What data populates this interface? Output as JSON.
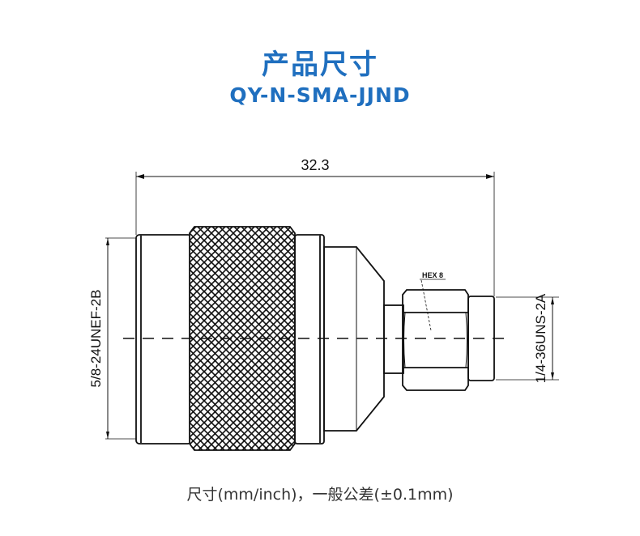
{
  "header": {
    "title": "产品尺寸",
    "model": "QY-N-SMA-JJND"
  },
  "drawing": {
    "overall_length": "32.3",
    "left_thread": "5/8-24UNEF-2B",
    "right_thread": "1/4-36UNS-2A",
    "hex_label": "HEX 8"
  },
  "footer": {
    "note": "尺寸(mm/inch)，一般公差(±0.1mm)"
  }
}
